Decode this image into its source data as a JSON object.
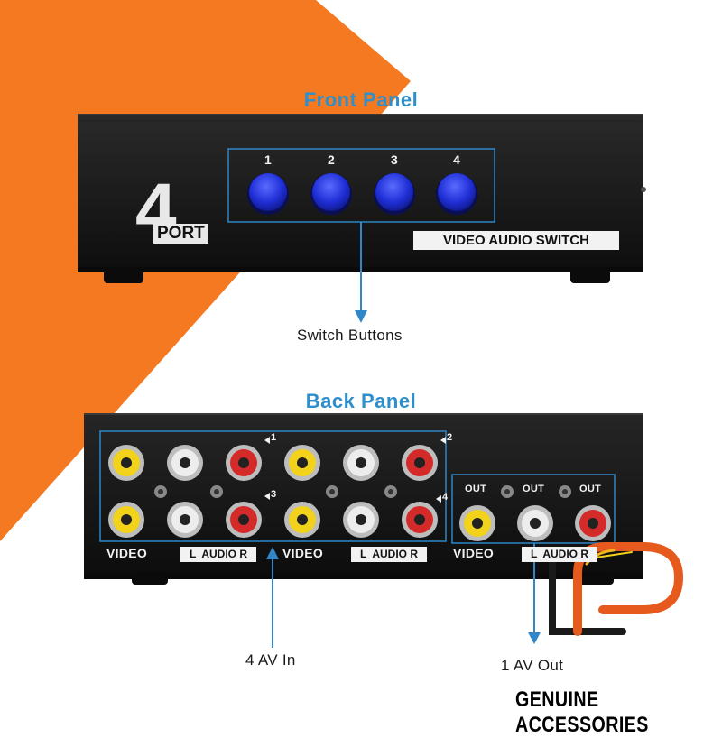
{
  "image_text": {
    "front_panel_title": "Front Panel",
    "back_panel_title": "Back Panel",
    "front_button_numbers": [
      "1",
      "2",
      "3",
      "4"
    ],
    "front_logo_number": "4",
    "front_logo_word": "PORT",
    "front_product_label": "VIDEO AUDIO SWITCH",
    "switch_buttons_label": "Switch Buttons",
    "back_input_markers": [
      "1",
      "2",
      "3",
      "4"
    ],
    "back_video_label": "VIDEO",
    "back_audio_label": "L  AUDIO R",
    "back_out_label": "OUT",
    "av_in_label": "4 AV In",
    "av_out_label": "1 AV Out",
    "brand_tagline": "GENUINE ACCESSORIES"
  },
  "colors": {
    "accent_orange": "#F47920",
    "heading_blue": "#2E8FCB",
    "callout_blue": "#2F86C8",
    "button_blue": "#1F2FD6",
    "rca_yellow": "#F2D21B",
    "rca_white": "#EDEDED",
    "rca_red": "#D42A2A",
    "body_black": "#131313"
  }
}
